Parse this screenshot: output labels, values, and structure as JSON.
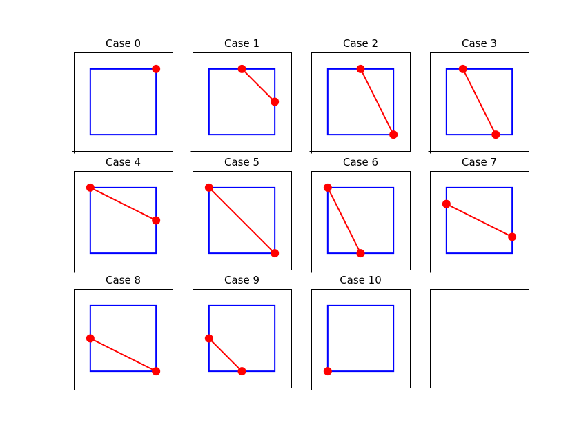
{
  "colors": {
    "square": "#0000ff",
    "segment": "#ff0000",
    "marker": "#ff0000",
    "frame": "#000000",
    "background": "#ffffff"
  },
  "chart_data": [
    {
      "type": "line",
      "title": "Case 0",
      "square": [
        [
          0,
          0
        ],
        [
          1,
          0
        ],
        [
          1,
          1
        ],
        [
          0,
          1
        ]
      ],
      "points": [
        [
          1,
          1
        ]
      ],
      "xlim": [
        -0.25,
        1.25
      ],
      "ylim": [
        -0.25,
        1.25
      ],
      "grid": false
    },
    {
      "type": "line",
      "title": "Case 1",
      "square": [
        [
          0,
          0
        ],
        [
          1,
          0
        ],
        [
          1,
          1
        ],
        [
          0,
          1
        ]
      ],
      "points": [
        [
          0.5,
          1
        ],
        [
          1,
          0.5
        ]
      ],
      "xlim": [
        -0.25,
        1.25
      ],
      "ylim": [
        -0.25,
        1.25
      ],
      "grid": false
    },
    {
      "type": "line",
      "title": "Case 2",
      "square": [
        [
          0,
          0
        ],
        [
          1,
          0
        ],
        [
          1,
          1
        ],
        [
          0,
          1
        ]
      ],
      "points": [
        [
          0.5,
          1
        ],
        [
          1,
          0
        ]
      ],
      "xlim": [
        -0.25,
        1.25
      ],
      "ylim": [
        -0.25,
        1.25
      ],
      "grid": false
    },
    {
      "type": "line",
      "title": "Case 3",
      "square": [
        [
          0,
          0
        ],
        [
          1,
          0
        ],
        [
          1,
          1
        ],
        [
          0,
          1
        ]
      ],
      "points": [
        [
          0.25,
          1
        ],
        [
          0.75,
          0
        ]
      ],
      "xlim": [
        -0.25,
        1.25
      ],
      "ylim": [
        -0.25,
        1.25
      ],
      "grid": false
    },
    {
      "type": "line",
      "title": "Case 4",
      "square": [
        [
          0,
          0
        ],
        [
          1,
          0
        ],
        [
          1,
          1
        ],
        [
          0,
          1
        ]
      ],
      "points": [
        [
          0,
          1
        ],
        [
          1,
          0.5
        ]
      ],
      "xlim": [
        -0.25,
        1.25
      ],
      "ylim": [
        -0.25,
        1.25
      ],
      "grid": false
    },
    {
      "type": "line",
      "title": "Case 5",
      "square": [
        [
          0,
          0
        ],
        [
          1,
          0
        ],
        [
          1,
          1
        ],
        [
          0,
          1
        ]
      ],
      "points": [
        [
          0,
          1
        ],
        [
          1,
          0
        ]
      ],
      "xlim": [
        -0.25,
        1.25
      ],
      "ylim": [
        -0.25,
        1.25
      ],
      "grid": false
    },
    {
      "type": "line",
      "title": "Case 6",
      "square": [
        [
          0,
          0
        ],
        [
          1,
          0
        ],
        [
          1,
          1
        ],
        [
          0,
          1
        ]
      ],
      "points": [
        [
          0,
          1
        ],
        [
          0.5,
          0
        ]
      ],
      "xlim": [
        -0.25,
        1.25
      ],
      "ylim": [
        -0.25,
        1.25
      ],
      "grid": false
    },
    {
      "type": "line",
      "title": "Case 7",
      "square": [
        [
          0,
          0
        ],
        [
          1,
          0
        ],
        [
          1,
          1
        ],
        [
          0,
          1
        ]
      ],
      "points": [
        [
          0,
          0.75
        ],
        [
          1,
          0.25
        ]
      ],
      "xlim": [
        -0.25,
        1.25
      ],
      "ylim": [
        -0.25,
        1.25
      ],
      "grid": false
    },
    {
      "type": "line",
      "title": "Case 8",
      "square": [
        [
          0,
          0
        ],
        [
          1,
          0
        ],
        [
          1,
          1
        ],
        [
          0,
          1
        ]
      ],
      "points": [
        [
          0,
          0.5
        ],
        [
          1,
          0
        ]
      ],
      "xlim": [
        -0.25,
        1.25
      ],
      "ylim": [
        -0.25,
        1.25
      ],
      "grid": false
    },
    {
      "type": "line",
      "title": "Case 9",
      "square": [
        [
          0,
          0
        ],
        [
          1,
          0
        ],
        [
          1,
          1
        ],
        [
          0,
          1
        ]
      ],
      "points": [
        [
          0,
          0.5
        ],
        [
          0.5,
          0
        ]
      ],
      "xlim": [
        -0.25,
        1.25
      ],
      "ylim": [
        -0.25,
        1.25
      ],
      "grid": false
    },
    {
      "type": "line",
      "title": "Case 10",
      "square": [
        [
          0,
          0
        ],
        [
          1,
          0
        ],
        [
          1,
          1
        ],
        [
          0,
          1
        ]
      ],
      "points": [
        [
          0,
          0
        ]
      ],
      "xlim": [
        -0.25,
        1.25
      ],
      "ylim": [
        -0.25,
        1.25
      ],
      "grid": false
    },
    {
      "type": "line",
      "title": "",
      "square": [],
      "points": [],
      "xlim": [
        0,
        1
      ],
      "ylim": [
        0,
        1
      ],
      "grid": false
    }
  ]
}
